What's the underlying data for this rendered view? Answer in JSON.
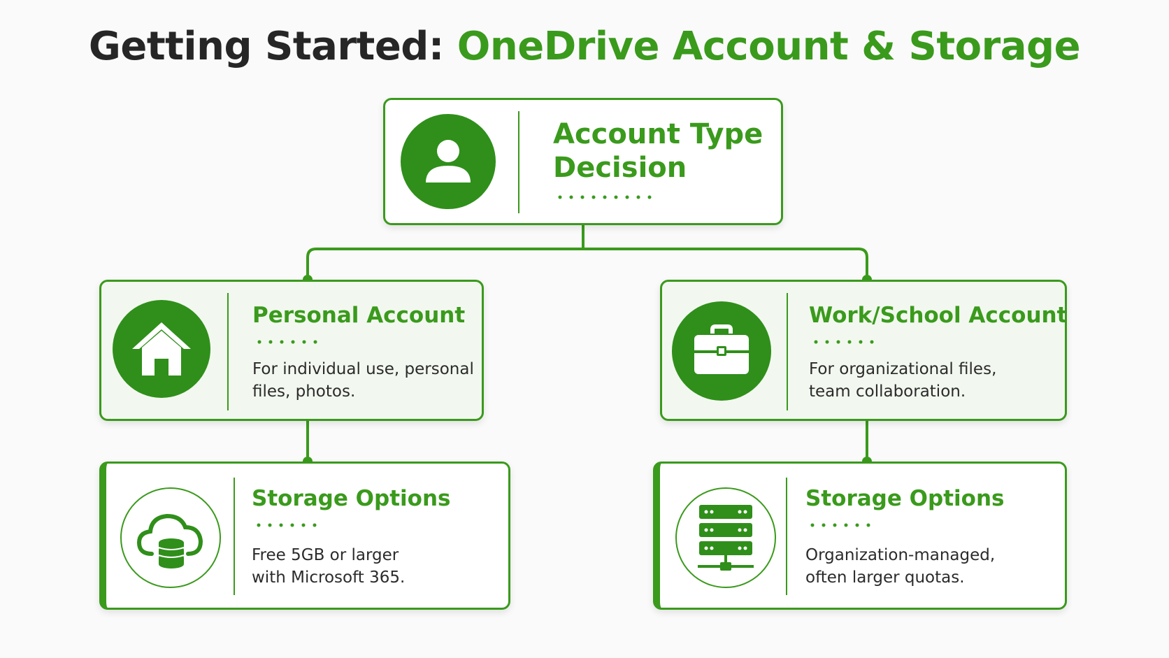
{
  "title": {
    "prefix": "Getting Started:",
    "highlight": "OneDrive Account & Storage"
  },
  "colors": {
    "accent": "#3a9a1c",
    "accent_dark": "#2f8f1a",
    "text_dark": "#262626",
    "card_tint": "#f2f8ef"
  },
  "nodes": {
    "decision": {
      "icon": "user-icon",
      "title_line1": "Account Type",
      "title_line2": "Decision"
    },
    "personal": {
      "icon": "home-icon",
      "title": "Personal Account",
      "desc_line1": "For individual use, personal",
      "desc_line2": "files, photos."
    },
    "work": {
      "icon": "briefcase-icon",
      "title": "Work/School Account",
      "desc_line1": "For organizational files,",
      "desc_line2": "team collaboration."
    },
    "personal_storage": {
      "icon": "cloud-database-icon",
      "title": "Storage Options",
      "desc_line1": "Free 5GB or larger",
      "desc_line2": "with Microsoft 365."
    },
    "work_storage": {
      "icon": "server-rack-icon",
      "title": "Storage Options",
      "desc_line1": "Organization-managed,",
      "desc_line2": "often larger quotas."
    }
  }
}
